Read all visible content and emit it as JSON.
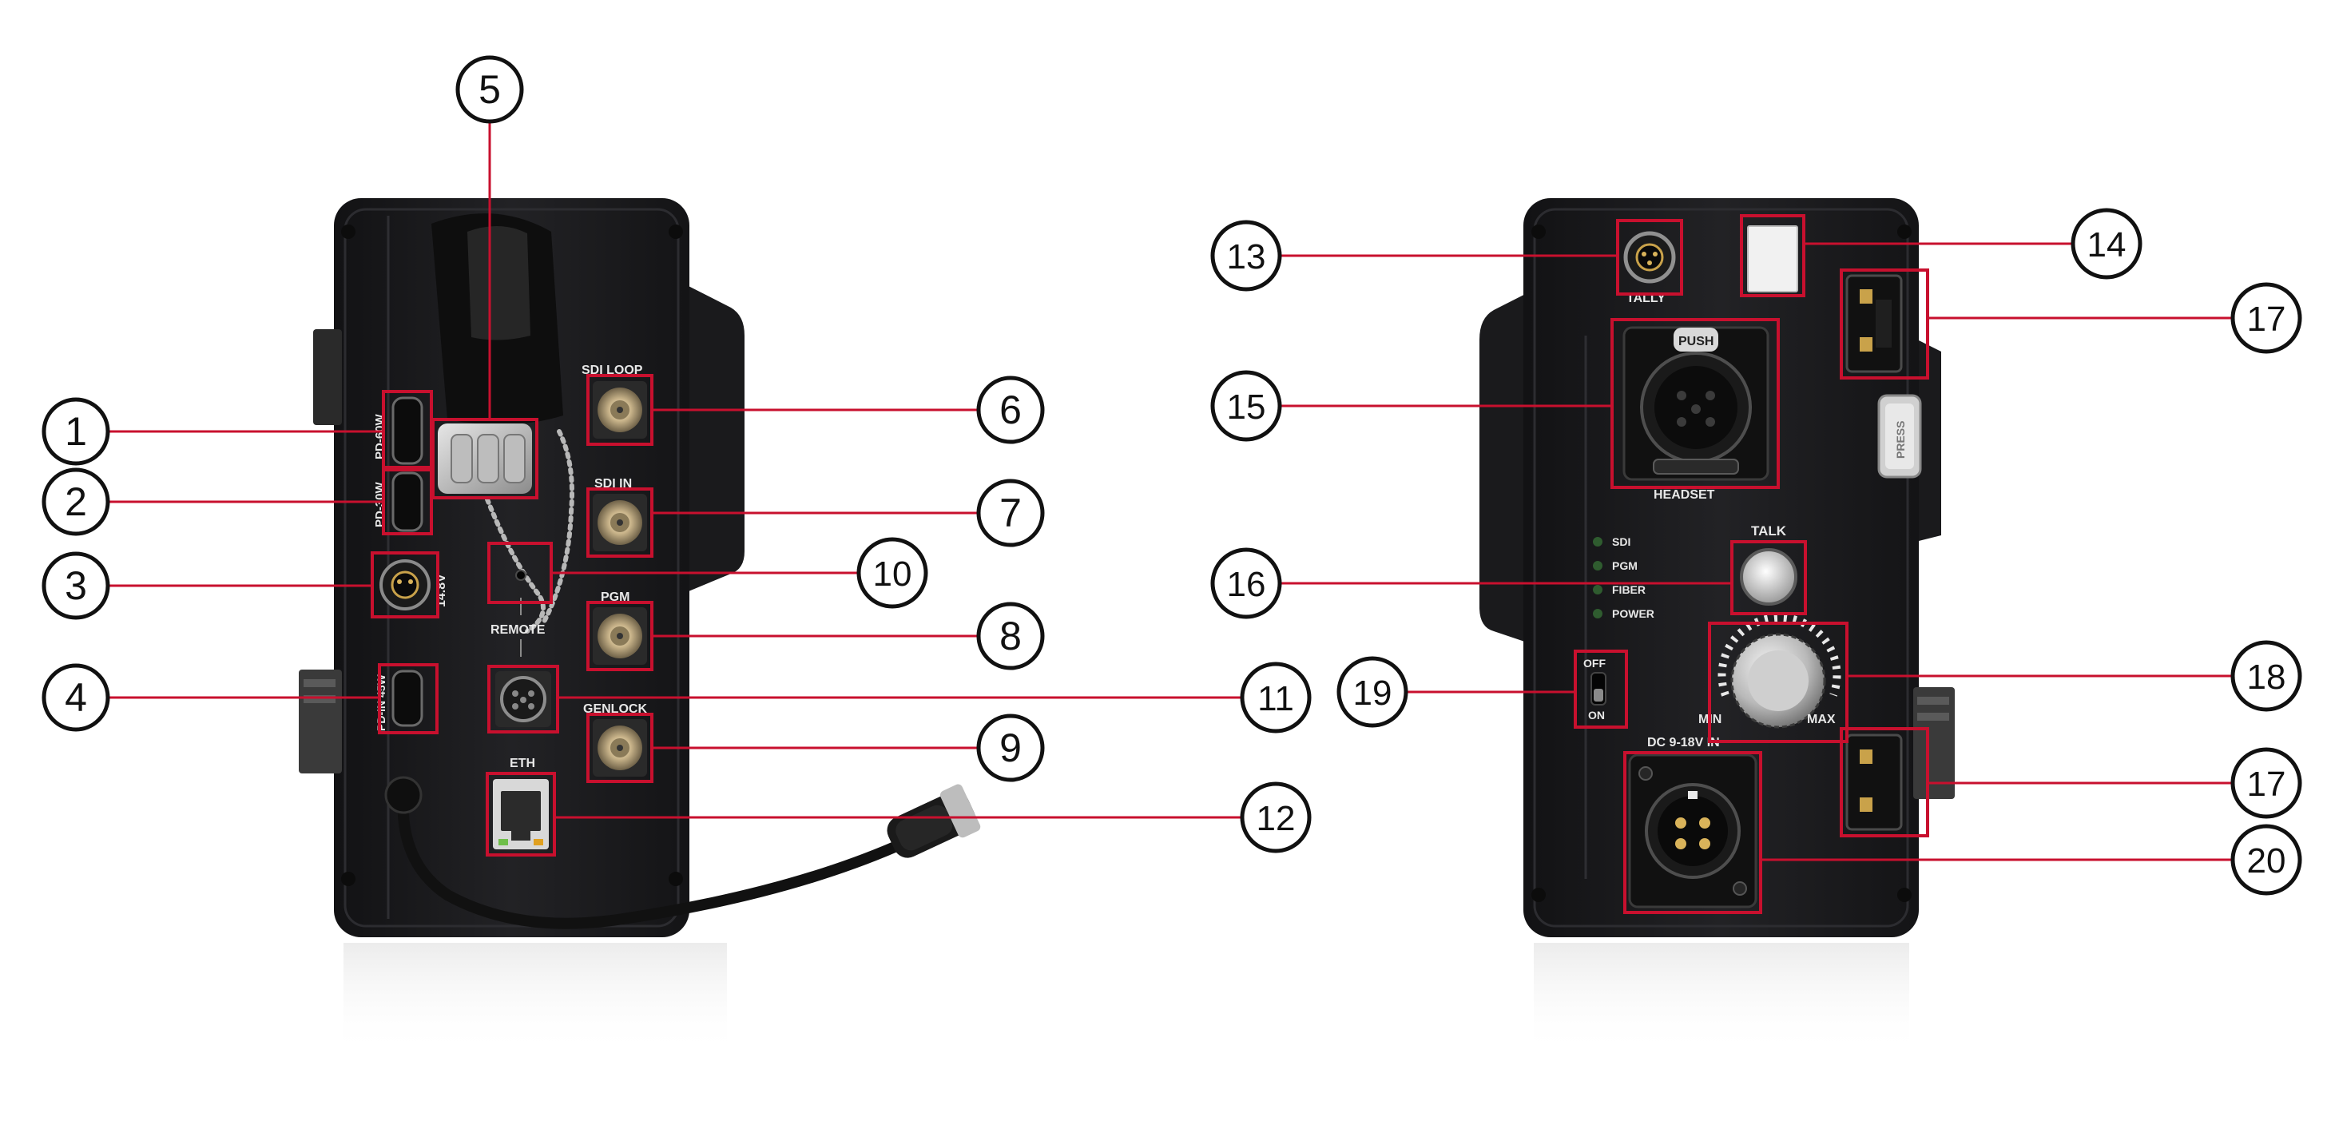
{
  "unit_left": {
    "labels": {
      "pd60": "PD-60W",
      "pd30": "PD-30W",
      "v148": "14.8V",
      "pdin": "PD-IN 45W",
      "sdi_loop": "SDI LOOP",
      "sdi_in": "SDI IN",
      "pgm": "PGM",
      "remote": "REMOTE",
      "genlock": "GENLOCK",
      "eth": "ETH"
    }
  },
  "unit_right": {
    "labels": {
      "tally": "TALLY",
      "push": "PUSH",
      "headset": "HEADSET",
      "talk": "TALK",
      "led_sdi": "SDI",
      "led_pgm": "PGM",
      "led_fiber": "FIBER",
      "led_power": "POWER",
      "off": "OFF",
      "on": "ON",
      "min": "MIN",
      "max": "MAX",
      "dc_in": "DC 9-18V IN",
      "press": "PRESS"
    }
  },
  "callouts": {
    "c1": "1",
    "c2": "2",
    "c3": "3",
    "c4": "4",
    "c5": "5",
    "c6": "6",
    "c7": "7",
    "c8": "8",
    "c9": "9",
    "c10": "10",
    "c11": "11",
    "c12": "12",
    "c13": "13",
    "c14": "14",
    "c15": "15",
    "c16": "16",
    "c17a": "17",
    "c17b": "17",
    "c18": "18",
    "c19": "19",
    "c20": "20"
  },
  "colors": {
    "body": "#1c1c1e",
    "highlight": "#c8102e",
    "leader": "#c8102e"
  }
}
